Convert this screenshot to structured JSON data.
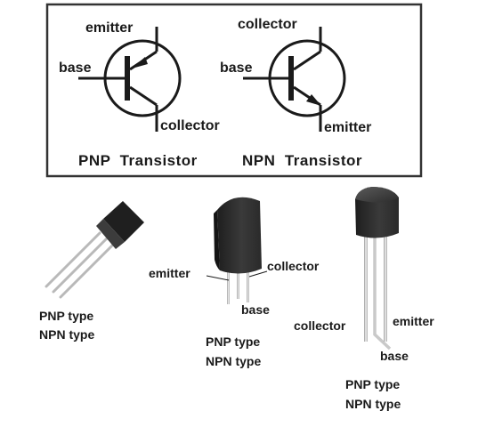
{
  "symbols": {
    "pnp": {
      "emitter": "emitter",
      "base": "base",
      "collector": "collector",
      "caption": "PNP  Transistor"
    },
    "npn": {
      "collector": "collector",
      "base": "base",
      "emitter": "emitter",
      "caption": "NPN  Transistor"
    }
  },
  "packages": {
    "first": {
      "type_line1": "PNP type",
      "type_line2": "NPN type"
    },
    "second": {
      "emitter": "emitter",
      "collector": "collector",
      "base": "base",
      "type_line1": "PNP type",
      "type_line2": "NPN type"
    },
    "third": {
      "collector": "collector",
      "emitter": "emitter",
      "base": "base",
      "type_line1": "PNP type",
      "type_line2": "NPN type"
    }
  },
  "colors": {
    "line": "#1a1a1a",
    "body_dark": "#2b2b2b",
    "lead": "#cfcfcf"
  }
}
